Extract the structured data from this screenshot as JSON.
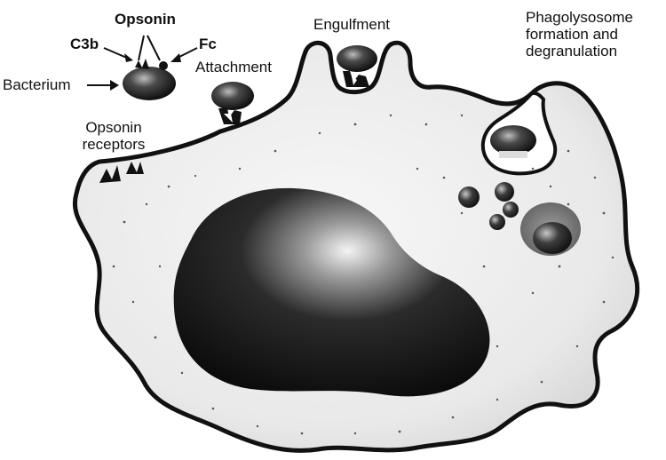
{
  "labels": {
    "opsonin": "Opsonin",
    "c3b": "C3b",
    "fc": "Fc",
    "bacterium": "Bacterium",
    "attachment": "Attachment",
    "engulfment": "Engulfment",
    "opsonin_receptors_line1": "Opsonin",
    "opsonin_receptors_line2": "receptors",
    "phagolysosome_line1": "Phagolysosome",
    "phagolysosome_line2": "formation and",
    "phagolysosome_line3": "degranulation"
  },
  "colors": {
    "outline": "#111111",
    "cytoplasm": "#ececec",
    "nucleus": "#1a1a1a",
    "bacterium": "#2a2a2a",
    "granule": "#3a3a3a",
    "background": "#ffffff"
  }
}
